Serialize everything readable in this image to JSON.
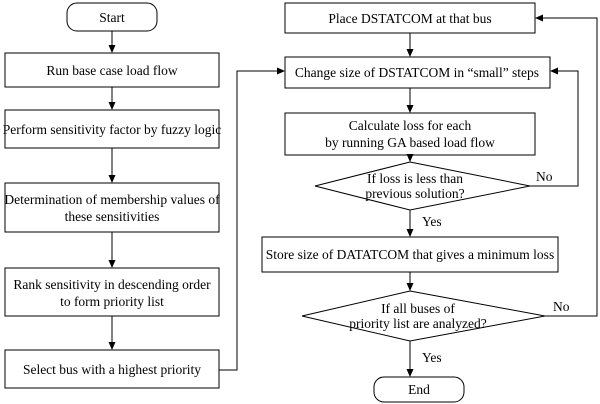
{
  "flowchart": {
    "left_column": {
      "start": "Start",
      "run_base_case": "Run base case load flow",
      "sensitivity_fuzzy": "Perform sensitivity factor by fuzzy logic",
      "membership": [
        "Determination of membership values of",
        "these sensitivities"
      ],
      "rank": [
        "Rank sensitivity in descending order",
        "to form priority list"
      ],
      "select_bus": "Select bus with a highest priority"
    },
    "right_column": {
      "place_dstatcom": "Place DSTATCOM at that bus",
      "change_size": "Change size of DSTATCOM in “small” steps",
      "calculate_loss": [
        "Calculate loss for each",
        "by running GA based load flow"
      ],
      "loss_decision": [
        "If loss is less than",
        "previous solution?"
      ],
      "store_size": "Store size of DATATCOM that gives a minimum loss",
      "buses_decision": [
        "If all buses of",
        "priority list are analyzed?"
      ],
      "end": "End"
    },
    "branch_labels": {
      "loss_no": "No",
      "loss_yes": "Yes",
      "buses_no": "No",
      "buses_yes": "Yes"
    }
  }
}
